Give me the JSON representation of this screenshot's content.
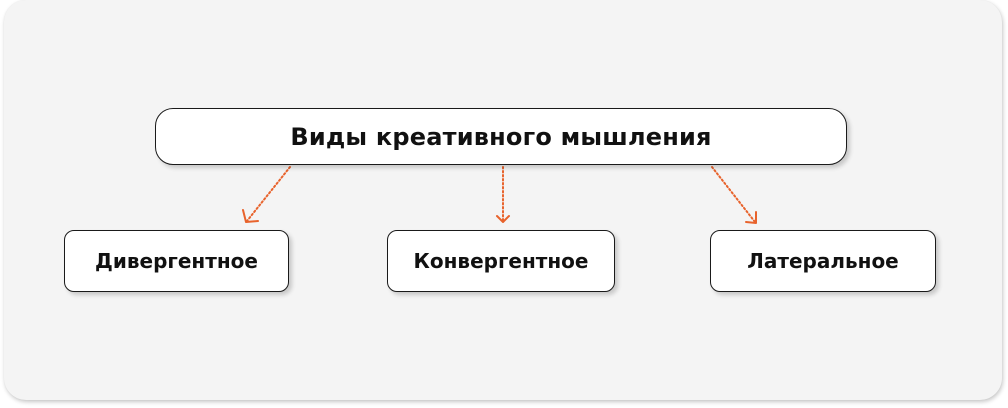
{
  "diagram": {
    "root": {
      "label": "Виды креативного мышления"
    },
    "children": [
      {
        "label": "Дивергентное"
      },
      {
        "label": "Конвергентное"
      },
      {
        "label": "Латеральное"
      }
    ],
    "colors": {
      "background": "#f4f4f4",
      "node_fill": "#ffffff",
      "node_border": "#1a1a1a",
      "arrow": "#e8632c",
      "text": "#111111"
    }
  }
}
